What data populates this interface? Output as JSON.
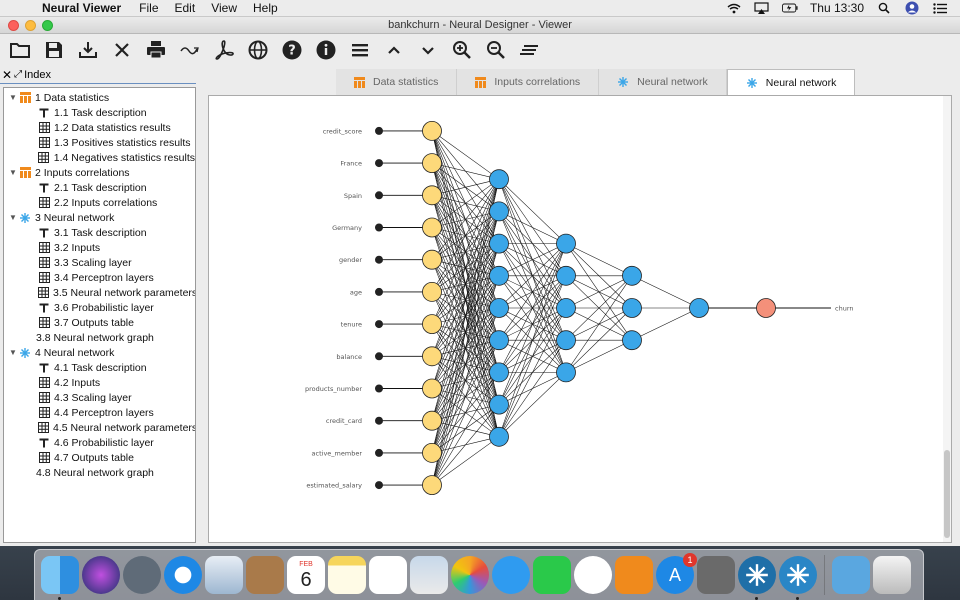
{
  "menubar": {
    "app_name": "Neural Viewer",
    "items": [
      "File",
      "Edit",
      "View",
      "Help"
    ],
    "clock": "Thu 13:30"
  },
  "window": {
    "title": "bankchurn - Neural Designer - Viewer"
  },
  "toolbar": {
    "buttons": [
      "open-folder-icon",
      "save-icon",
      "download-icon",
      "close-icon",
      "print-icon",
      "function-icon",
      "pdf-icon",
      "web-icon",
      "help-icon",
      "info-icon",
      "menu-icon",
      "collapse-icon",
      "expand-icon",
      "zoom-in-icon",
      "zoom-out-icon",
      "align-icon"
    ]
  },
  "index": {
    "label": "Index",
    "tree": [
      {
        "label": "1 Data statistics",
        "icon": "table-orange-icon",
        "level": 0
      },
      {
        "label": "1.1 Task description",
        "icon": "text-icon",
        "level": 1
      },
      {
        "label": "1.2 Data statistics results",
        "icon": "grid-icon",
        "level": 1
      },
      {
        "label": "1.3 Positives statistics results",
        "icon": "grid-icon",
        "level": 1
      },
      {
        "label": "1.4 Negatives statistics results",
        "icon": "grid-icon",
        "level": 1
      },
      {
        "label": "2 Inputs correlations",
        "icon": "table-orange-icon",
        "level": 0
      },
      {
        "label": "2.1 Task description",
        "icon": "text-icon",
        "level": 1
      },
      {
        "label": "2.2 Inputs correlations",
        "icon": "grid-icon",
        "level": 1
      },
      {
        "label": "3 Neural network",
        "icon": "network-icon",
        "level": 0
      },
      {
        "label": "3.1 Task description",
        "icon": "text-icon",
        "level": 1
      },
      {
        "label": "3.2 Inputs",
        "icon": "grid-icon",
        "level": 1
      },
      {
        "label": "3.3 Scaling layer",
        "icon": "grid-icon",
        "level": 1
      },
      {
        "label": "3.4 Perceptron layers",
        "icon": "grid-icon",
        "level": 1
      },
      {
        "label": "3.5 Neural network parameters",
        "icon": "grid-icon",
        "level": 1
      },
      {
        "label": "3.6 Probabilistic layer",
        "icon": "text-icon",
        "level": 1
      },
      {
        "label": "3.7 Outputs table",
        "icon": "grid-icon",
        "level": 1
      },
      {
        "label": "3.8 Neural network graph",
        "icon": "none",
        "level": 1
      },
      {
        "label": "4 Neural network",
        "icon": "network-icon",
        "level": 0
      },
      {
        "label": "4.1 Task description",
        "icon": "text-icon",
        "level": 1
      },
      {
        "label": "4.2 Inputs",
        "icon": "grid-icon",
        "level": 1
      },
      {
        "label": "4.3 Scaling layer",
        "icon": "grid-icon",
        "level": 1
      },
      {
        "label": "4.4 Perceptron layers",
        "icon": "grid-icon",
        "level": 1
      },
      {
        "label": "4.5 Neural network parameters",
        "icon": "grid-icon",
        "level": 1
      },
      {
        "label": "4.6 Probabilistic layer",
        "icon": "text-icon",
        "level": 1
      },
      {
        "label": "4.7 Outputs table",
        "icon": "grid-icon",
        "level": 1
      },
      {
        "label": "4.8 Neural network graph",
        "icon": "none",
        "level": 1
      }
    ]
  },
  "tabs": [
    {
      "label": "Data statistics",
      "icon": "table-orange-icon",
      "active": false
    },
    {
      "label": "Inputs correlations",
      "icon": "table-orange-icon",
      "active": false
    },
    {
      "label": "Neural network",
      "icon": "network-icon",
      "active": false
    },
    {
      "label": "Neural network",
      "icon": "network-icon",
      "active": true
    }
  ],
  "network": {
    "inputs": [
      "credit_score",
      "France",
      "Spain",
      "Germany",
      "gender",
      "age",
      "tenure",
      "balance",
      "products_number",
      "credit_card",
      "active_member",
      "estimated_salary"
    ],
    "layers": [
      12,
      9,
      5,
      3,
      1,
      1
    ],
    "output": "churn",
    "colors": {
      "scaling": "#fdd97a",
      "perceptron": "#3aa6e8",
      "probabilistic": "#f4907a",
      "input_dot": "#222222"
    }
  },
  "dock": {
    "apps": [
      "finder-icon",
      "siri-icon",
      "launchpad-icon",
      "safari-icon",
      "mail-icon",
      "contacts-icon",
      "calendar-icon",
      "notes-icon",
      "reminders-icon",
      "preview-icon",
      "photos-icon",
      "messages-icon",
      "facetime-icon",
      "music-icon",
      "books-icon",
      "appstore-icon",
      "system-prefs-icon",
      "neural-designer-icon",
      "neural-viewer-icon",
      "downloads-icon",
      "trash-icon"
    ],
    "calendar_month": "FEB",
    "calendar_day": "6",
    "appstore_badge": "1"
  }
}
